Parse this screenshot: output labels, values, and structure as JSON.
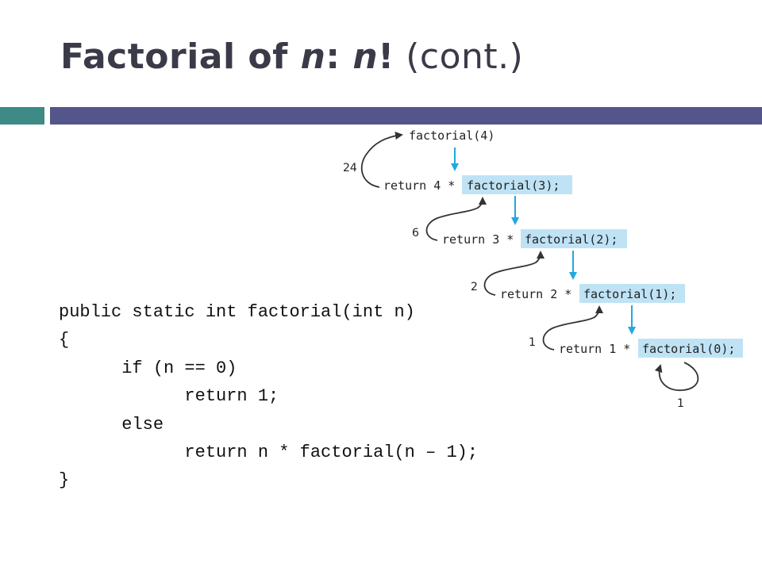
{
  "slide": {
    "title": {
      "part1": "Factorial of ",
      "n1": "n",
      "colon": ": ",
      "n2": "n",
      "bang": "!",
      "cont": " (cont.)"
    },
    "colors": {
      "left_bar": "#3d8a86",
      "right_bar": "#54558a",
      "highlight": "#bfe3f5",
      "down_arrow": "#21a8e0",
      "curve": "#333333"
    }
  },
  "code": [
    "public static int factorial(int n)",
    "{",
    "      if (n == 0)",
    "            return 1;",
    "      else",
    "            return n * factorial(n – 1);",
    "}"
  ],
  "diagram": {
    "top_call": "factorial(4)",
    "steps": [
      {
        "ret": "return 4 * ",
        "call": "factorial(3);",
        "value": "24"
      },
      {
        "ret": "return 3 * ",
        "call": "factorial(2);",
        "value": "6"
      },
      {
        "ret": "return 2 * ",
        "call": "factorial(1);",
        "value": "2"
      },
      {
        "ret": "return 1 * ",
        "call": "factorial(0);",
        "value": "1"
      }
    ],
    "base_value": "1"
  }
}
